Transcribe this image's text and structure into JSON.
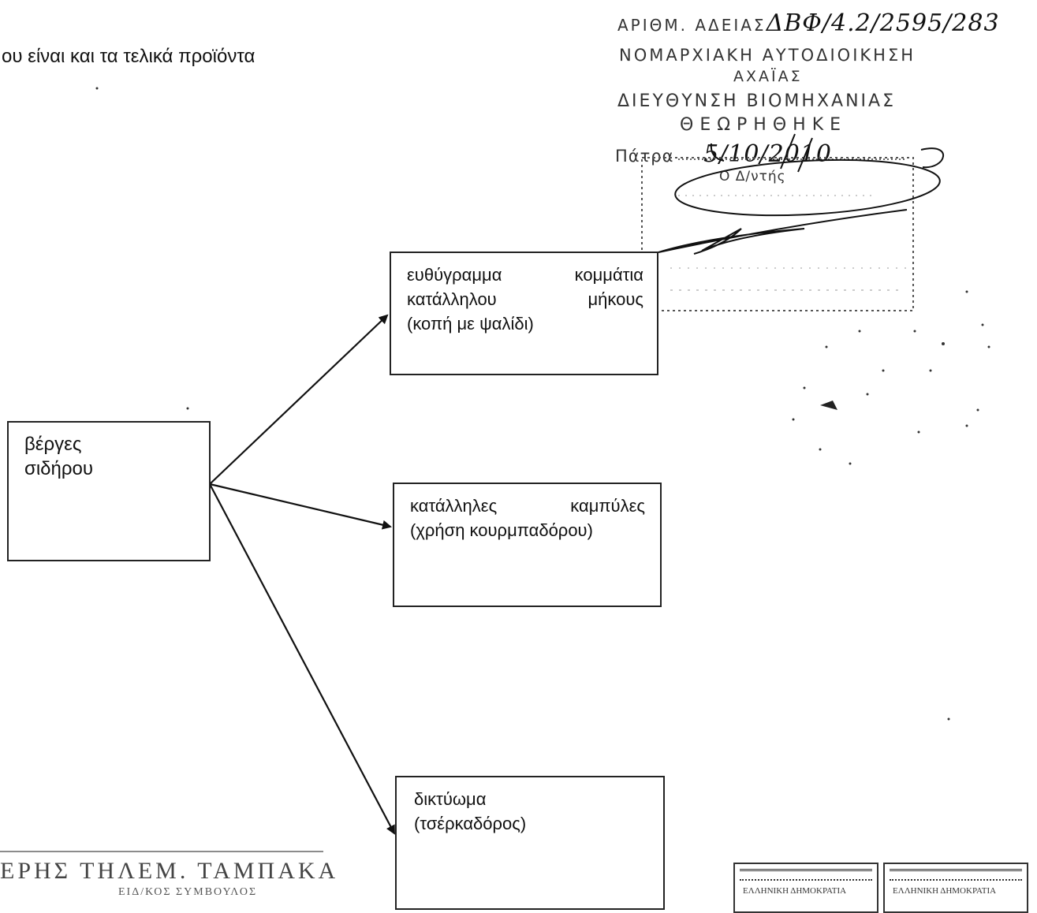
{
  "heading": "ου είναι και τα τελικά προϊόντα",
  "stamp": {
    "line1_prefix": "ΑΡΙΘΜ. ΑΔΕΙΑΣ",
    "line1_handwritten": "ΔΒΦ/4.2/2595/283",
    "line2": "ΝΟΜΑΡΧΙΑΚΗ ΑΥΤΟΔΙΟΙΚΗΣΗ",
    "line3": "ΑΧΑΪΑΣ",
    "line4": "ΔΙΕΥΘΥΝΣΗ ΒΙΟΜΗΧΑΝΙΑΣ",
    "line5": "ΘΕΩΡΗΘΗΚΕ",
    "place_label": "Πάτρα",
    "date_handwritten": "5/10/2010",
    "office_label": "Ο Δ/ντής"
  },
  "nodes": {
    "source": {
      "lines": [
        "βέργες",
        "σιδήρου"
      ]
    },
    "cut": {
      "lines": [
        "ευθύγραμμα κομμάτια",
        "κατάλληλου μήκους",
        "(κοπή με ψαλίδι)"
      ]
    },
    "bend": {
      "lines": [
        "κατάλληλες καμπύλες",
        "(χρήση κουρμπαδόρου)"
      ]
    },
    "mesh": {
      "lines": [
        "δικτύωμα",
        "(τσέρκαδόρος)"
      ]
    }
  },
  "footer": {
    "name_text": "ΕΡΗΣ ΤΗΛΕΜ. ΤΑΜΠΑΚΑ",
    "sub_text": "ΕΙΔ/ΚΟΣ ΣΥΜΒΟΥΛΟΣ"
  },
  "revenue_stamps": [
    "ΕΛΛΗΝΙΚΗ ΔΗΜΟΚΡΑΤΙΑ",
    "ΕΛΛΗΝΙΚΗ ΔΗΜΟΚΡΑΤΙΑ"
  ]
}
